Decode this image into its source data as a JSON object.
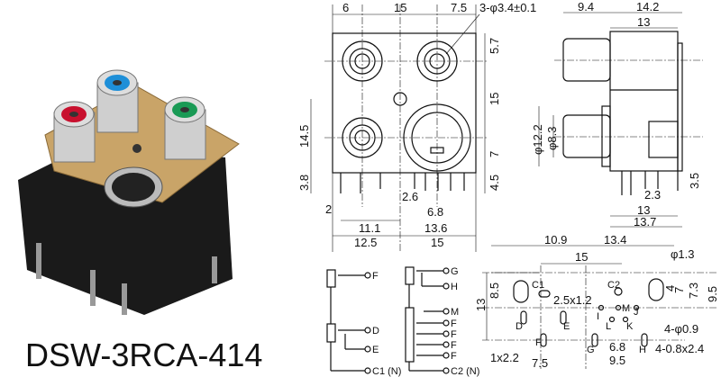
{
  "product": {
    "model": "DSW-3RCA-414",
    "jack_colors": {
      "red": "#c8102e",
      "blue": "#1e8fd8",
      "green": "#1a9a55",
      "plate": "#c9a468",
      "body": "#1a1a1a"
    }
  },
  "front_view": {
    "top": [
      "6",
      "15",
      "7.5"
    ],
    "holes": "3-φ3.4±0.1",
    "right": [
      "5.7",
      "15",
      "7",
      "4.5"
    ],
    "left": [
      "14.5",
      "3.8"
    ],
    "bottom": [
      "2",
      "2.6",
      "6.8",
      "11.1",
      "13.6",
      "12.5",
      "15"
    ]
  },
  "side_view": {
    "top": [
      "9.4",
      "14.2",
      "13"
    ],
    "diam": [
      "φ12.2",
      "φ8.3"
    ],
    "pin": "3.5",
    "bottom": [
      "2.3",
      "13",
      "13.7"
    ]
  },
  "footprint": {
    "top": [
      "10.9",
      "13.4",
      "15",
      "φ1.3"
    ],
    "left": [
      "13",
      "8.5"
    ],
    "right": [
      "4",
      "7",
      "7.3",
      "9.5"
    ],
    "pads": [
      "C1",
      "C2",
      "M",
      "I",
      "J",
      "D",
      "E",
      "L",
      "K",
      "F",
      "G",
      "H"
    ],
    "notes": [
      "2.5x1.2",
      "4-φ0.9",
      "4-0.8x2.4",
      "1x2.2"
    ],
    "bottom": [
      "7.5",
      "6.8",
      "9.5"
    ]
  },
  "schematic": {
    "left": [
      "F",
      "D",
      "E",
      "C1 (N)"
    ],
    "right": [
      "G",
      "H",
      "M",
      "F",
      "F",
      "F",
      "F",
      "C2 (N)"
    ]
  }
}
